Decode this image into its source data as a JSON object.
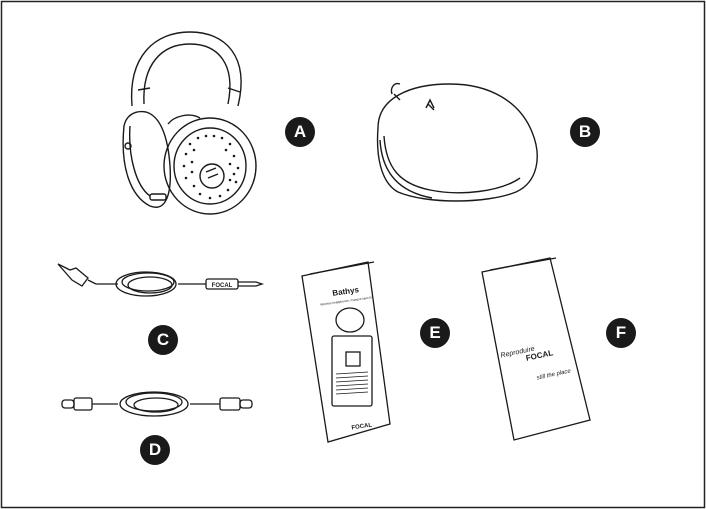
{
  "items": [
    {
      "label": "A",
      "icon": "headphones-icon"
    },
    {
      "label": "B",
      "icon": "carrying-case-icon"
    },
    {
      "label": "C",
      "icon": "jack-audio-cable-icon",
      "plug_text": "FOCAL"
    },
    {
      "label": "D",
      "icon": "usb-c-cable-icon"
    },
    {
      "label": "E",
      "icon": "quick-start-guide-icon",
      "doc_title": "Bathys",
      "doc_subtitle": "Wireless headphones / Casque sans fil",
      "brand": "FOCAL"
    },
    {
      "label": "F",
      "icon": "warranty-leaflet-icon",
      "script_line_1": "Reproduire",
      "brand": "FOCAL",
      "script_line_2": "still the place"
    }
  ],
  "colors": {
    "ink": "#1a1a1a",
    "paper": "#ffffff",
    "frame": "#222222"
  }
}
